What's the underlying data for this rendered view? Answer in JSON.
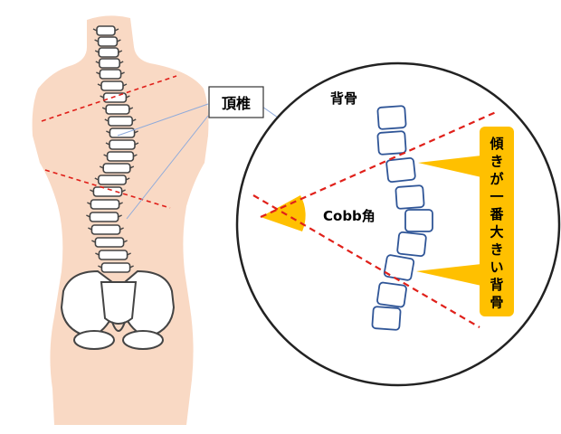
{
  "labels": {
    "apex_vertebra": "頂椎",
    "spine": "背骨",
    "cobb_angle": "Cobb角",
    "callout_chars": [
      "傾",
      "き",
      "が",
      "一",
      "番",
      "大",
      "き",
      "い",
      "背",
      "骨"
    ]
  },
  "colors": {
    "skin": "#f9d9c4",
    "bone_fill": "#ffffff",
    "bone_stroke": "#444444",
    "vertebra_stroke": "#2f5597",
    "dashed_line": "#e0201a",
    "callout_fill": "#ffc000",
    "angle_fill": "#ffc000",
    "leader_line": "#8eaadb"
  }
}
